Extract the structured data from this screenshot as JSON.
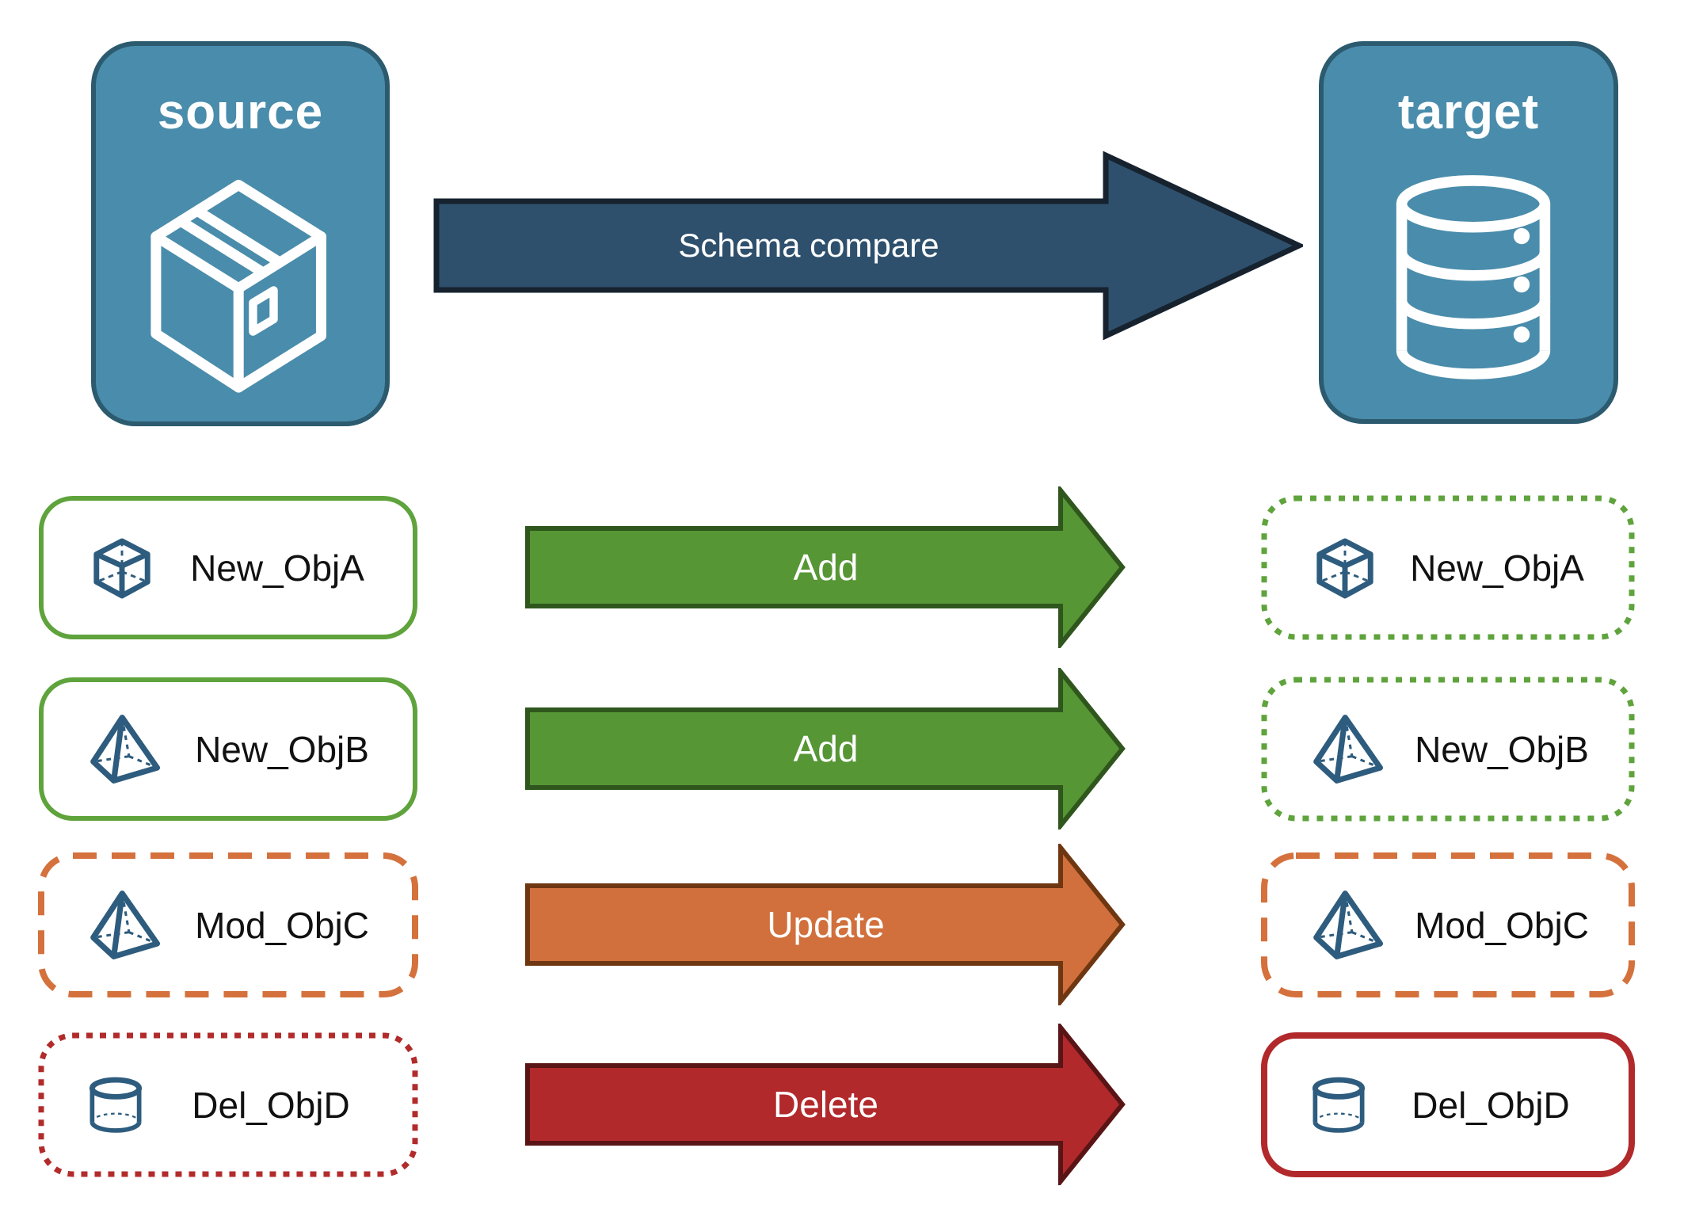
{
  "title": "Schema compare diagram",
  "source_panel": {
    "label": "source",
    "icon": "package-icon"
  },
  "target_panel": {
    "label": "target",
    "icon": "database-icon"
  },
  "compare_arrow": {
    "label": "Schema compare"
  },
  "rows": [
    {
      "source_object": {
        "label": "New_ObjA",
        "icon": "cube-icon",
        "border_style": "solid-green"
      },
      "action_arrow": {
        "label": "Add",
        "style": "green"
      },
      "target_object": {
        "label": "New_ObjA",
        "icon": "cube-icon",
        "border_style": "dotted-green"
      }
    },
    {
      "source_object": {
        "label": "New_ObjB",
        "icon": "pyramid-icon",
        "border_style": "solid-green"
      },
      "action_arrow": {
        "label": "Add",
        "style": "green"
      },
      "target_object": {
        "label": "New_ObjB",
        "icon": "pyramid-icon",
        "border_style": "dotted-green"
      }
    },
    {
      "source_object": {
        "label": "Mod_ObjC",
        "icon": "pyramid-icon",
        "border_style": "dashed-orange"
      },
      "action_arrow": {
        "label": "Update",
        "style": "orange"
      },
      "target_object": {
        "label": "Mod_ObjC",
        "icon": "pyramid-icon",
        "border_style": "dashed-orange"
      }
    },
    {
      "source_object": {
        "label": "Del_ObjD",
        "icon": "cylinder-icon",
        "border_style": "dotted-red"
      },
      "action_arrow": {
        "label": "Delete",
        "style": "red"
      },
      "target_object": {
        "label": "Del_ObjD",
        "icon": "cylinder-icon",
        "border_style": "solid-red"
      }
    }
  ],
  "colors": {
    "panel_fill": "#4A8CAB",
    "panel_border": "#2C5A6F",
    "compare_arrow_fill": "#2E506C",
    "compare_arrow_outline": "#16222E",
    "add_arrow_fill": "#569635",
    "add_arrow_outline": "#2F561D",
    "update_arrow_fill": "#D1703C",
    "update_arrow_outline": "#6E3711",
    "delete_arrow_fill": "#B2292B",
    "delete_arrow_outline": "#591416",
    "new_object_border": "#5FA33C",
    "modified_object_border": "#D4713C",
    "deleted_object_border": "#B22B2B",
    "object_icon_color": "#2E5C7E",
    "label_color": "#111111"
  }
}
